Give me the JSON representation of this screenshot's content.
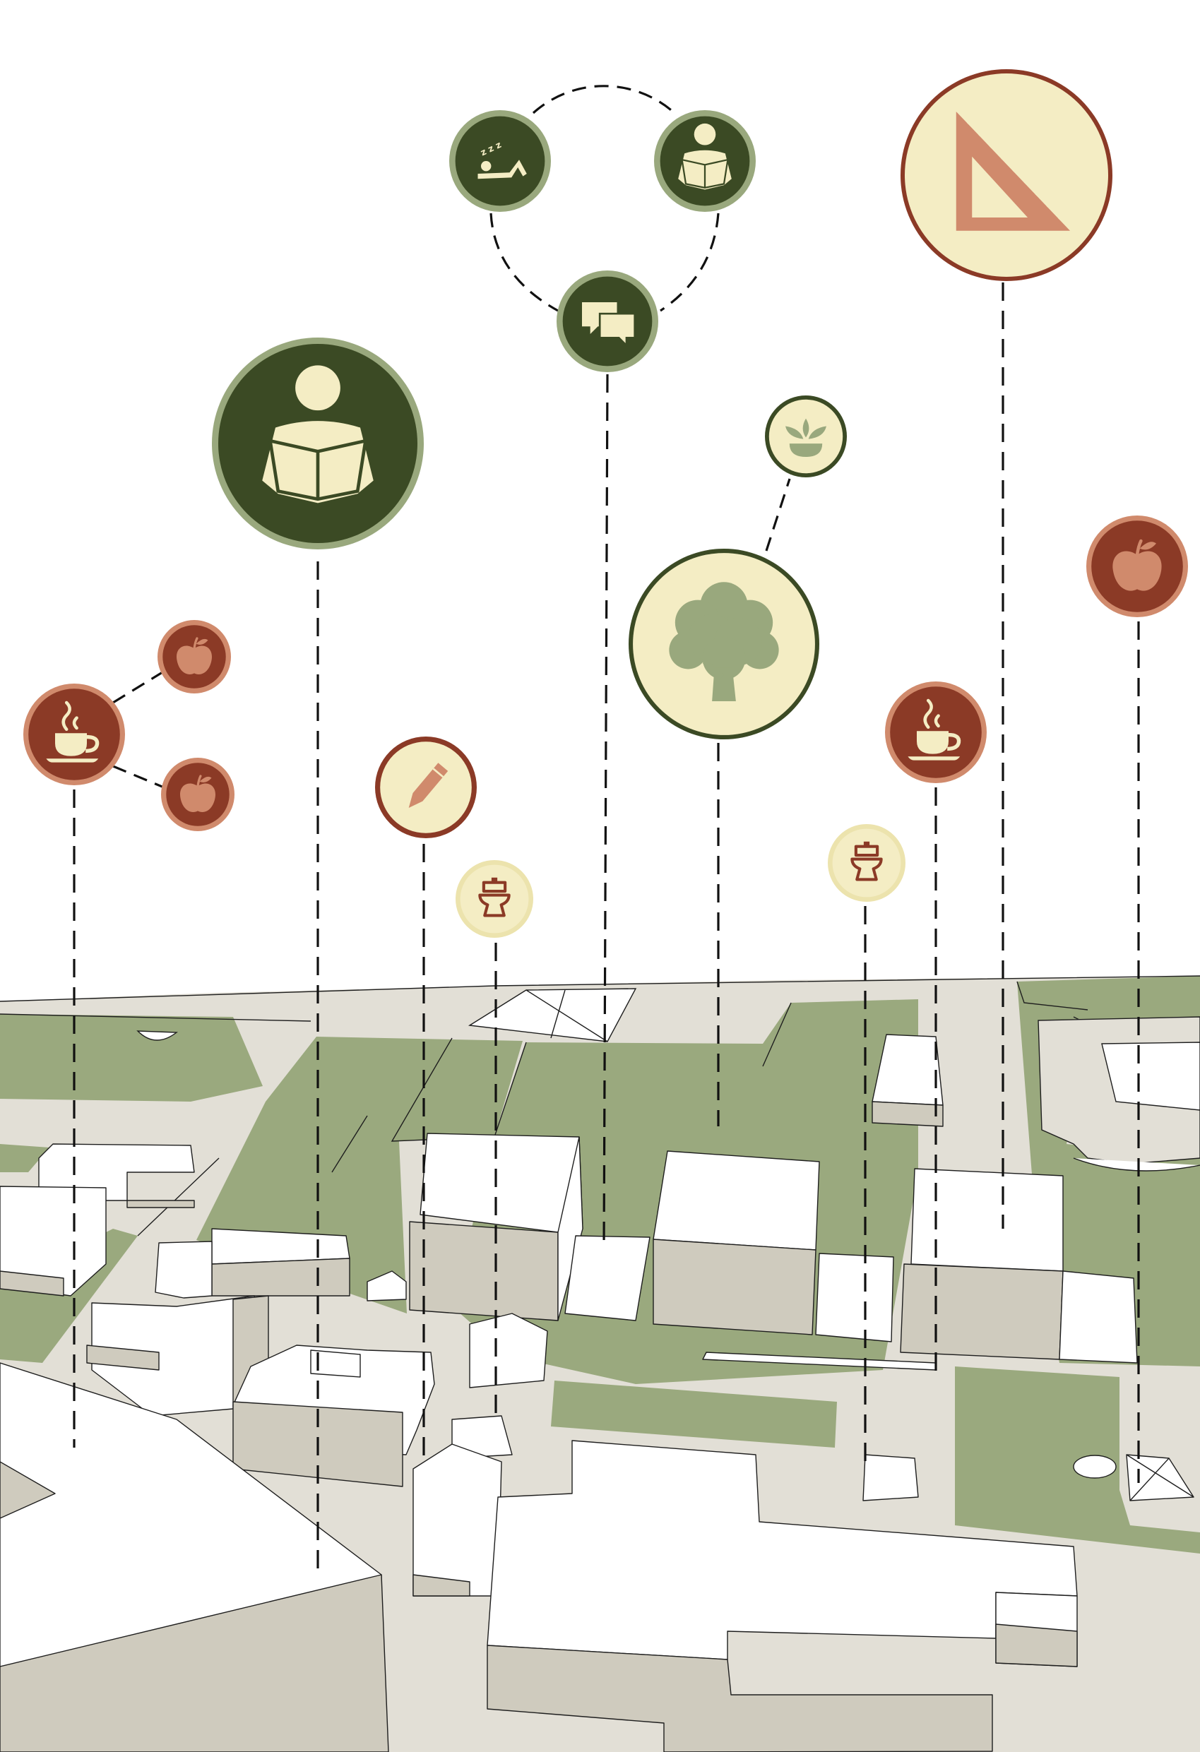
{
  "colors": {
    "dark_green": "#3b4a24",
    "sage": "#99a87d",
    "sage_ring": "#99a87d",
    "cream": "#f4edc4",
    "rust": "#8b3a26",
    "terracotta": "#d08a6c",
    "pavement": "#e2dfd6",
    "building_side": "#cfcbbe",
    "building_top": "#ffffff",
    "lawn": "#9aa97e"
  },
  "markers": [
    {
      "id": "lounge",
      "icon": "resting-person-icon",
      "label": "rest"
    },
    {
      "id": "study-small",
      "icon": "reading-person-icon",
      "label": "study"
    },
    {
      "id": "chat",
      "icon": "speech-bubbles-icon",
      "label": "chat"
    },
    {
      "id": "drafting",
      "icon": "set-square-icon",
      "label": "drafting"
    },
    {
      "id": "reading-large",
      "icon": "reading-person-icon",
      "label": "reading"
    },
    {
      "id": "sprout",
      "icon": "sprout-icon",
      "label": "plants"
    },
    {
      "id": "tree",
      "icon": "tree-icon",
      "label": "green space"
    },
    {
      "id": "apple-right",
      "icon": "apple-icon",
      "label": "food"
    },
    {
      "id": "coffee-left",
      "icon": "coffee-cup-icon",
      "label": "cafe"
    },
    {
      "id": "apple-left-top",
      "icon": "apple-icon",
      "label": "food"
    },
    {
      "id": "apple-left-bottom",
      "icon": "apple-icon",
      "label": "food"
    },
    {
      "id": "pencil",
      "icon": "pencil-icon",
      "label": "workshop"
    },
    {
      "id": "toilet-left",
      "icon": "toilet-icon",
      "label": "restroom"
    },
    {
      "id": "toilet-right",
      "icon": "toilet-icon",
      "label": "restroom"
    },
    {
      "id": "coffee-right",
      "icon": "coffee-cup-icon",
      "label": "cafe"
    }
  ]
}
